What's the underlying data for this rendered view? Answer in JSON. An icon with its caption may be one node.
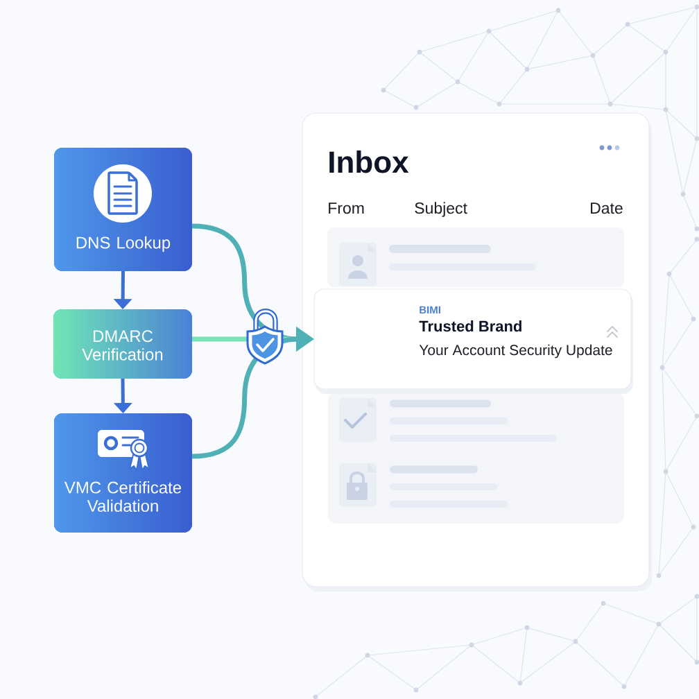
{
  "diagram": {
    "nodes": [
      {
        "text": [
          "DNS Lookup"
        ]
      },
      {
        "text": [
          "DMARC Verification"
        ]
      },
      {
        "text": [
          "VMC Certificate Validation"
        ]
      },
      {
        "text": [
          "Inbox",
          "From",
          "Subject",
          "Date"
        ]
      },
      {
        "text": [
          "BIMI",
          "Trusted Brand",
          "Your Account Security Update"
        ],
        "in": 3
      }
    ],
    "edges": [
      {
        "from": 0,
        "to": 1,
        "arrow": "to",
        "color": "#3b6fd6"
      },
      {
        "from": 1,
        "to": 2,
        "arrow": "to",
        "color": "#3b6fd6"
      },
      {
        "from": 0,
        "to": 4,
        "arrow": "to",
        "color": "#4fb0b6"
      },
      {
        "from": 1,
        "to": 4,
        "arrow": "to",
        "color": "#78e3b7"
      },
      {
        "from": 2,
        "to": 4,
        "arrow": "to",
        "color": "#4fb0b6"
      }
    ]
  }
}
